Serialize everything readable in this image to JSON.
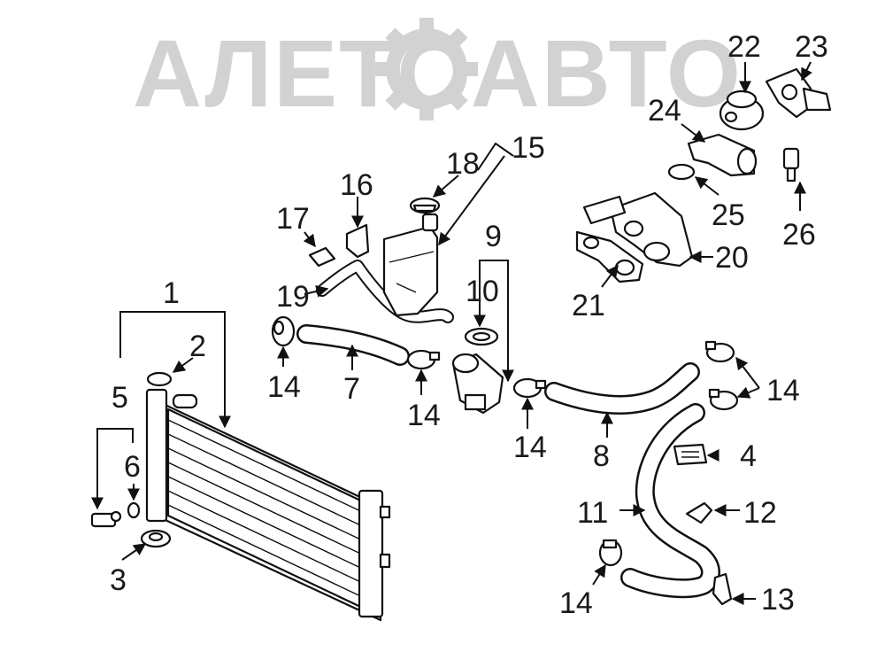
{
  "watermark": "АЛЕТОАВТО",
  "labels": {
    "n1": "1",
    "n2": "2",
    "n3": "3",
    "n4": "4",
    "n5": "5",
    "n6": "6",
    "n7": "7",
    "n8": "8",
    "n9": "9",
    "n10": "10",
    "n11": "11",
    "n12": "12",
    "n13": "13",
    "n14a": "14",
    "n14b": "14",
    "n14c": "14",
    "n14d": "14",
    "n14e": "14",
    "n15": "15",
    "n16": "16",
    "n17": "17",
    "n18": "18",
    "n19": "19",
    "n20": "20",
    "n21": "21",
    "n22": "22",
    "n23": "23",
    "n24": "24",
    "n25": "25",
    "n26": "26"
  },
  "colors": {
    "ink": "#111111",
    "watermark": "#d2d2d2",
    "background": "#ffffff"
  }
}
